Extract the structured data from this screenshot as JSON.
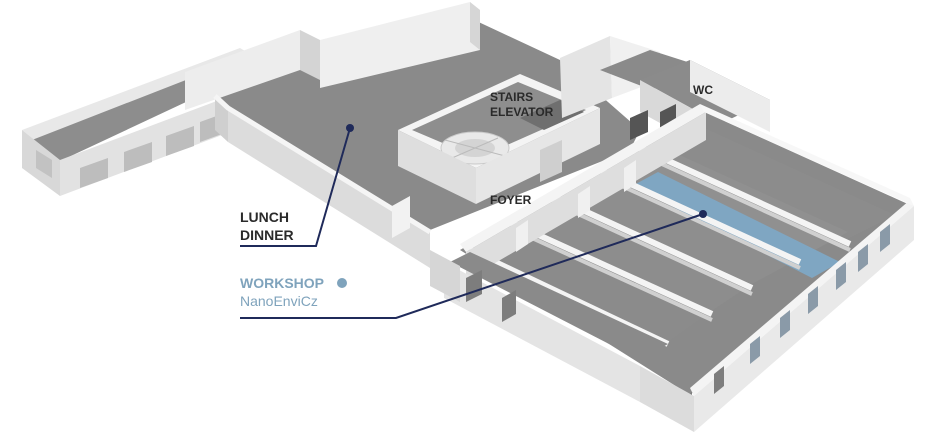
{
  "labels": {
    "stairs": "STAIRS",
    "elevator": "ELEVATOR",
    "wc": "WC",
    "foyer": "FOYER",
    "lunch": "LUNCH",
    "dinner": "DINNER",
    "workshop": "WORKSHOP",
    "workshop_sub": "NanoEnviCz"
  },
  "colors": {
    "dark_label": "#2a2a2a",
    "leader_line": "#1f2a5a",
    "workshop_accent": "#7fa3bc",
    "highlight_room": "#7fa6c2",
    "floor": "#8c8c8c",
    "wall_top": "#f3f3f3",
    "wall_side": "#d6d6d6"
  }
}
